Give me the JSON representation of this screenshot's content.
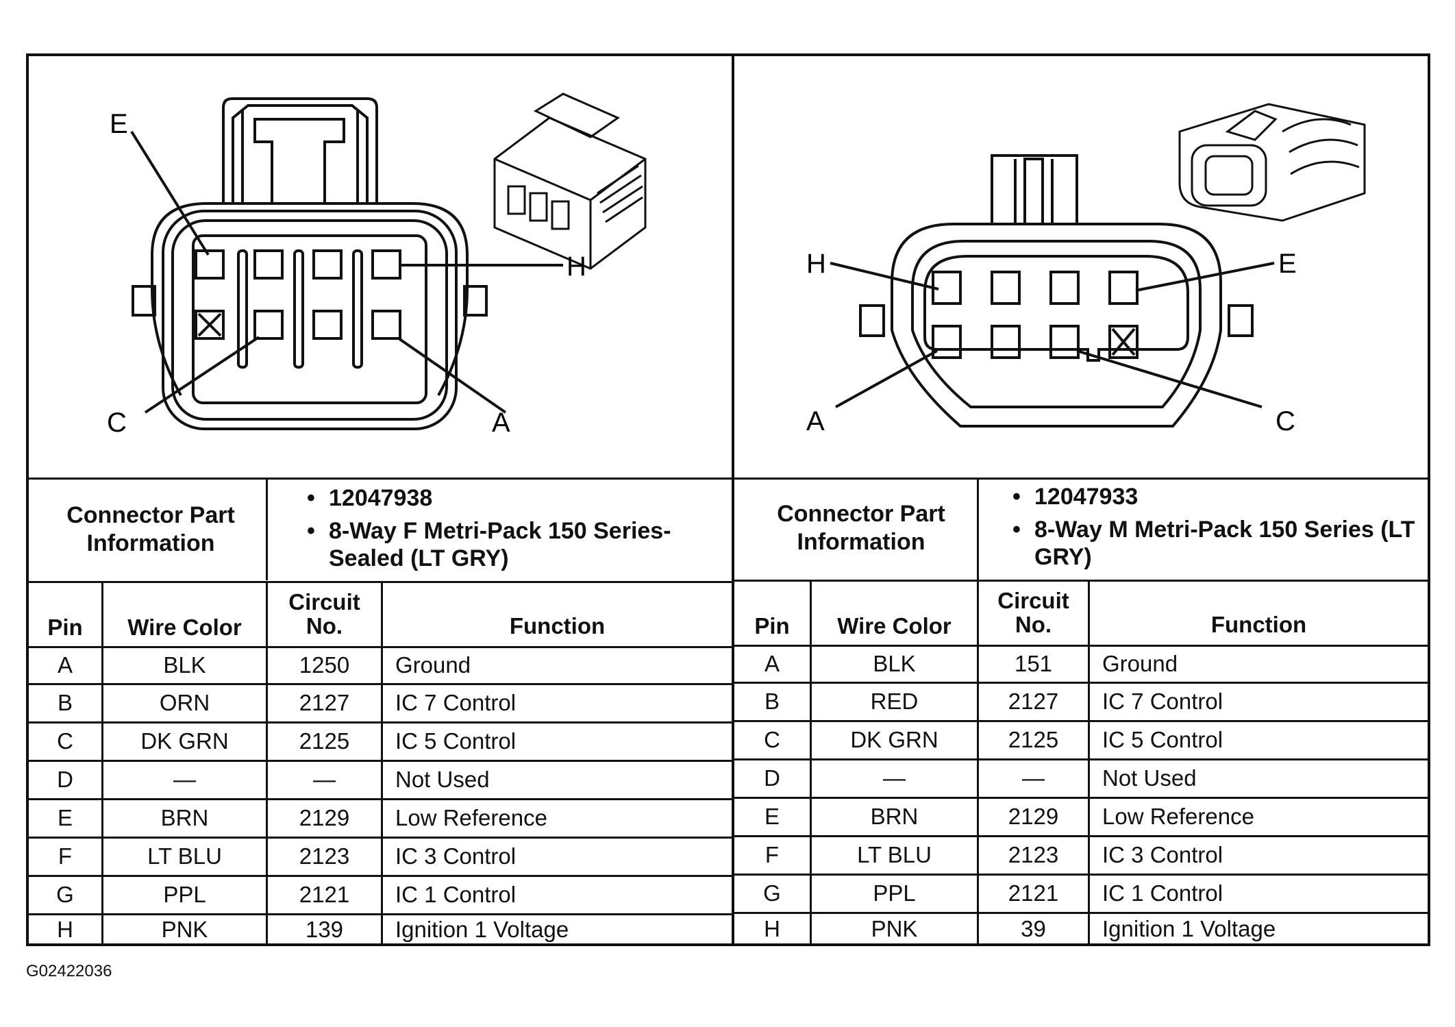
{
  "figure_id": "G02422036",
  "left": {
    "pin_labels": {
      "e": "E",
      "h": "H",
      "c": "C",
      "a": "A"
    },
    "info_label": "Connector Part Information",
    "part_number": "12047938",
    "description": "8-Way F Metri-Pack 150 Series-Sealed (LT GRY)",
    "headers": {
      "pin": "Pin",
      "wire_color": "Wire Color",
      "circuit": "Circuit No.",
      "function": "Function"
    },
    "rows": [
      {
        "pin": "A",
        "color": "BLK",
        "circuit": "1250",
        "function": "Ground"
      },
      {
        "pin": "B",
        "color": "ORN",
        "circuit": "2127",
        "function": "IC 7 Control"
      },
      {
        "pin": "C",
        "color": "DK GRN",
        "circuit": "2125",
        "function": "IC 5 Control"
      },
      {
        "pin": "D",
        "color": "—",
        "circuit": "—",
        "function": "Not Used"
      },
      {
        "pin": "E",
        "color": "BRN",
        "circuit": "2129",
        "function": "Low Reference"
      },
      {
        "pin": "F",
        "color": "LT BLU",
        "circuit": "2123",
        "function": "IC 3 Control"
      },
      {
        "pin": "G",
        "color": "PPL",
        "circuit": "2121",
        "function": "IC 1 Control"
      },
      {
        "pin": "H",
        "color": "PNK",
        "circuit": "139",
        "function": "Ignition 1 Voltage"
      }
    ]
  },
  "right": {
    "pin_labels": {
      "h": "H",
      "e": "E",
      "a": "A",
      "c": "C"
    },
    "info_label": "Connector Part Information",
    "part_number": "12047933",
    "description": "8-Way M Metri-Pack 150 Series (LT GRY)",
    "headers": {
      "pin": "Pin",
      "wire_color": "Wire Color",
      "circuit": "Circuit No.",
      "function": "Function"
    },
    "rows": [
      {
        "pin": "A",
        "color": "BLK",
        "circuit": "151",
        "function": "Ground"
      },
      {
        "pin": "B",
        "color": "RED",
        "circuit": "2127",
        "function": "IC 7 Control"
      },
      {
        "pin": "C",
        "color": "DK GRN",
        "circuit": "2125",
        "function": "IC 5 Control"
      },
      {
        "pin": "D",
        "color": "—",
        "circuit": "—",
        "function": "Not Used"
      },
      {
        "pin": "E",
        "color": "BRN",
        "circuit": "2129",
        "function": "Low Reference"
      },
      {
        "pin": "F",
        "color": "LT BLU",
        "circuit": "2123",
        "function": "IC 3 Control"
      },
      {
        "pin": "G",
        "color": "PPL",
        "circuit": "2121",
        "function": "IC 1 Control"
      },
      {
        "pin": "H",
        "color": "PNK",
        "circuit": "39",
        "function": "Ignition 1 Voltage"
      }
    ]
  }
}
